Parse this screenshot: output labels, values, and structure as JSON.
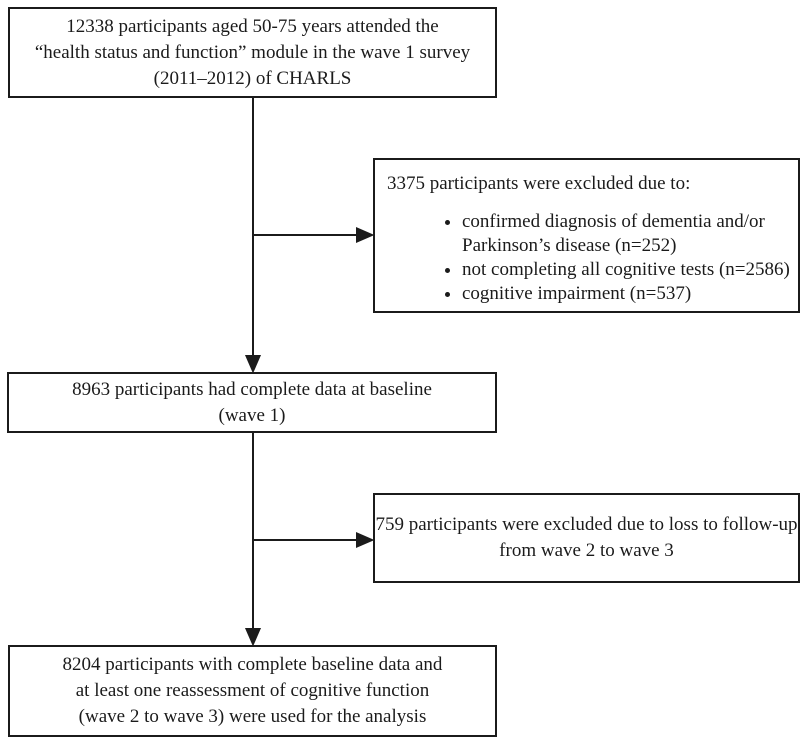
{
  "colors": {
    "ink": "#1b1b1b",
    "background": "#ffffff"
  },
  "flowchart": {
    "enrollment": {
      "lines": [
        "12338 participants aged 50-75 years attended the",
        "“health status and function” module in the wave 1 survey",
        "(2011–2012) of CHARLS"
      ]
    },
    "exclusion_baseline": {
      "title": "3375 participants were excluded due to:",
      "bullets": [
        "confirmed diagnosis of dementia and/or Parkinson’s disease (n=252)",
        "not completing all cognitive tests (n=2586)",
        "cognitive impairment (n=537)"
      ]
    },
    "baseline_complete": {
      "lines": [
        "8963 participants had complete data at baseline",
        "(wave 1)"
      ]
    },
    "exclusion_followup": {
      "lines": [
        "759 participants were excluded due to loss to follow-up",
        "from wave 2 to wave 3"
      ]
    },
    "analysis": {
      "lines": [
        "8204 participants with complete baseline data and",
        "at least one reassessment of cognitive function",
        "(wave 2 to wave 3) were used for the analysis"
      ]
    }
  }
}
